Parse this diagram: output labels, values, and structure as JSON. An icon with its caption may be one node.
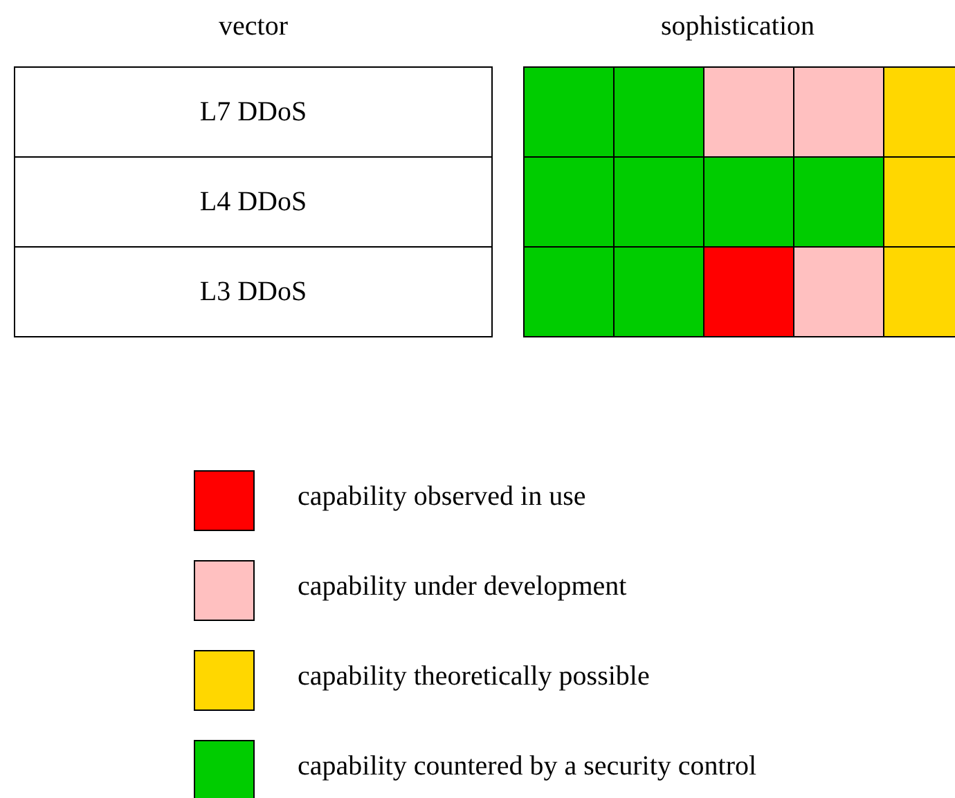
{
  "diagram": {
    "nodes": [
      {
        "text": [
          "L7 DDoS"
        ]
      },
      {
        "text": [],
        "shape": "box"
      },
      {
        "text": [],
        "shape": "box"
      },
      {
        "text": [],
        "shape": "box"
      },
      {
        "text": [],
        "shape": "box"
      },
      {
        "text": [],
        "shape": "box"
      },
      {
        "text": [
          "L4 DDoS"
        ]
      },
      {
        "text": [],
        "shape": "box"
      },
      {
        "text": [],
        "shape": "box"
      },
      {
        "text": [],
        "shape": "box"
      },
      {
        "text": [],
        "shape": "box"
      },
      {
        "text": [],
        "shape": "box"
      },
      {
        "text": [
          "L3 DDoS"
        ]
      },
      {
        "text": [],
        "shape": "box"
      },
      {
        "text": [],
        "shape": "box"
      },
      {
        "text": [],
        "shape": "box"
      },
      {
        "text": [],
        "shape": "box"
      },
      {
        "text": [],
        "shape": "box"
      }
    ],
    "labels": [
      "vector",
      "sophistication"
    ],
    "legend": [
      {
        "text": "capability observed in use",
        "color": "#ff0000"
      },
      {
        "text": "capability under development",
        "color": "#ffc0c0"
      },
      {
        "text": "capability theoretically possible",
        "color": "#ffd700"
      },
      {
        "text": "capability countered by a security control",
        "color": "#00cc00"
      }
    ]
  }
}
